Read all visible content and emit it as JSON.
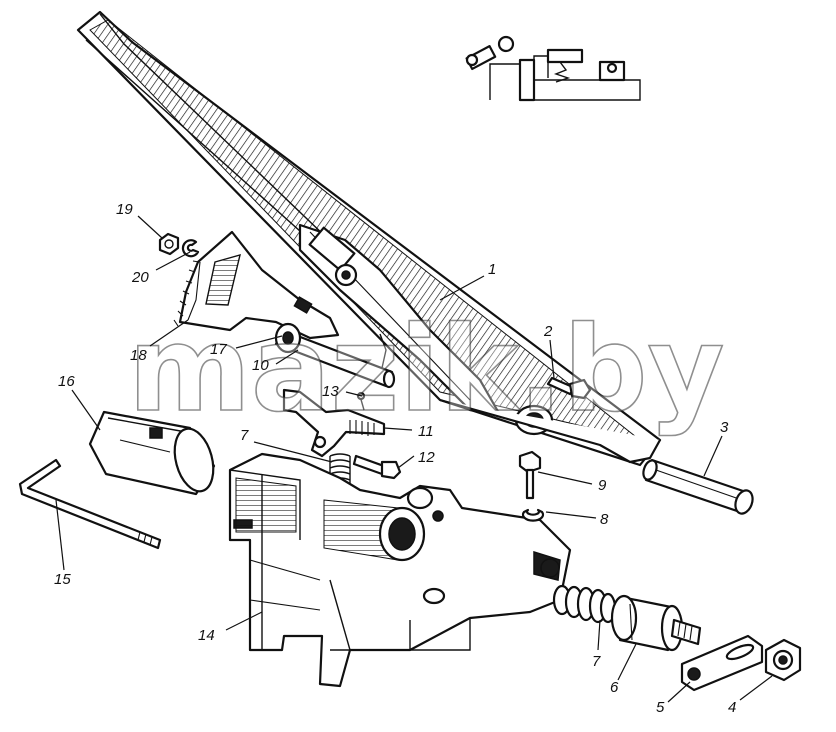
{
  "watermark": "mazik.by",
  "labels": {
    "l1": "1",
    "l2": "2",
    "l3": "3",
    "l4": "4",
    "l5": "5",
    "l6": "6",
    "l7a": "7",
    "l7b": "7",
    "l8": "8",
    "l9": "9",
    "l10": "10",
    "l11": "11",
    "l12": "12",
    "l13": "13",
    "l14": "14",
    "l15": "15",
    "l16": "16",
    "l17": "17",
    "l18": "18",
    "l19": "19",
    "l20": "20"
  }
}
